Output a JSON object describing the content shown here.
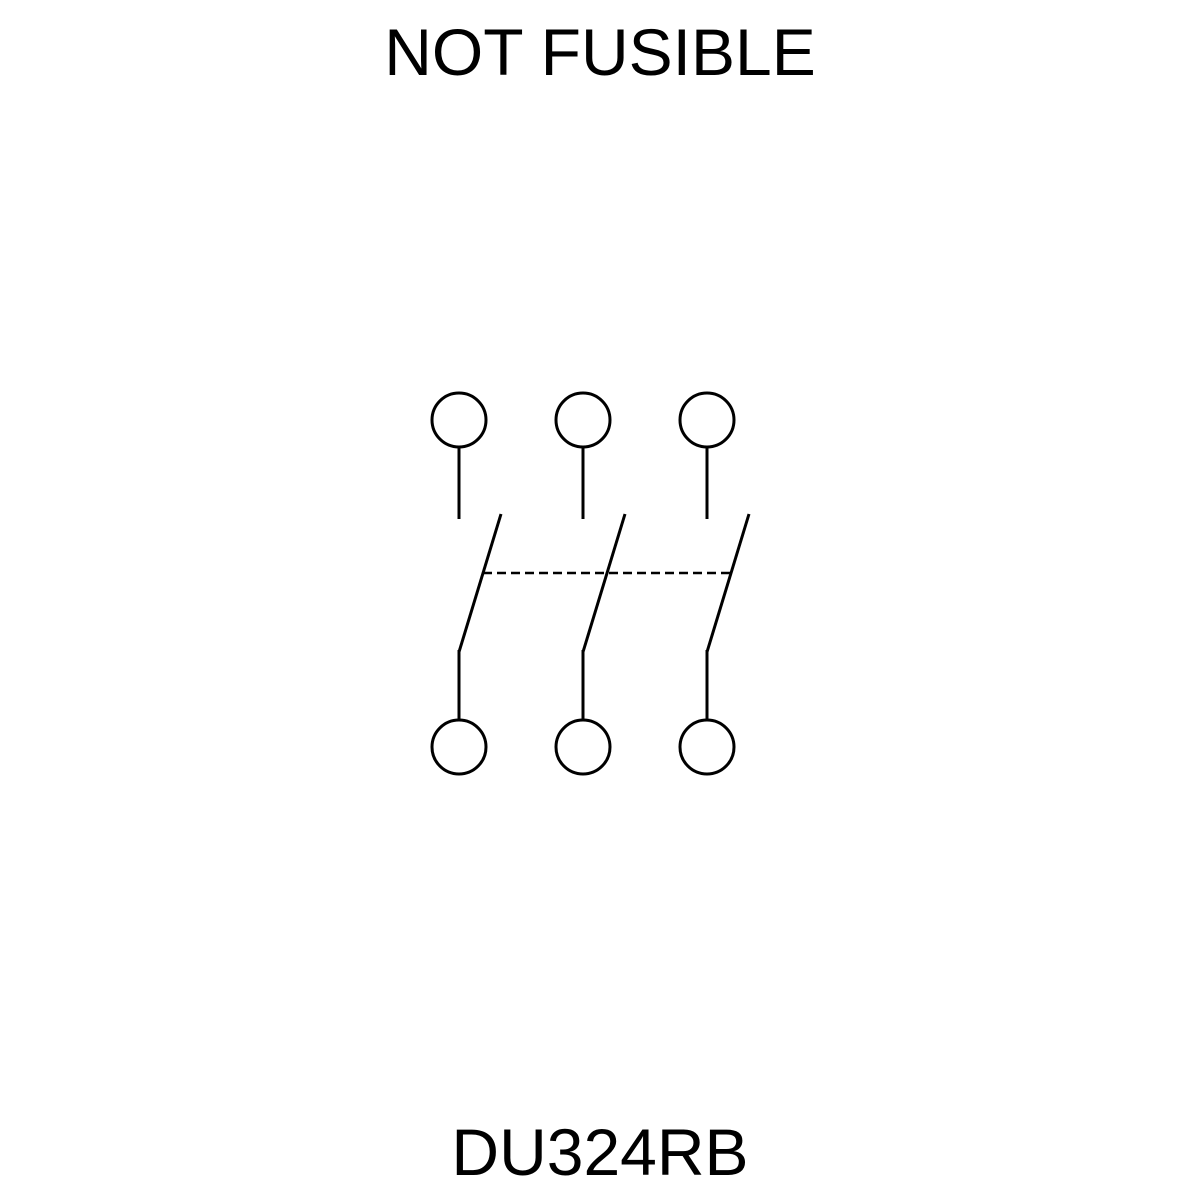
{
  "title": "NOT FUSIBLE",
  "model": "DU324RB",
  "diagram": {
    "type": "3-pole disconnect switch symbol",
    "poles": 3,
    "mechanical_link": "dashed"
  }
}
